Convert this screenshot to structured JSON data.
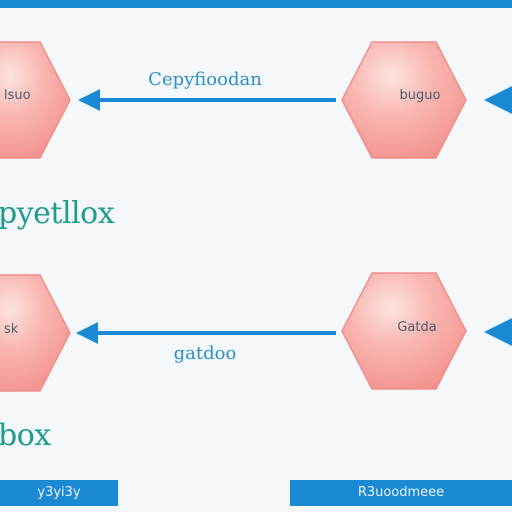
{
  "colors": {
    "accent": "#1a8ad4",
    "hex_fill": "#f7a8a5",
    "hex_stroke": "#f08d8a",
    "section_text": "#1f9b8f"
  },
  "rows": [
    {
      "left_node": "lsuo",
      "right_node": "buguo",
      "edge_label": "Cepyfioodan",
      "section_label": "pyetllox"
    },
    {
      "left_node": "sk",
      "right_node": "Gatda",
      "edge_label": "gatdoo",
      "section_label": "box"
    }
  ],
  "footer": {
    "left": "y3yi3y",
    "right": "R3uoodmeee"
  }
}
